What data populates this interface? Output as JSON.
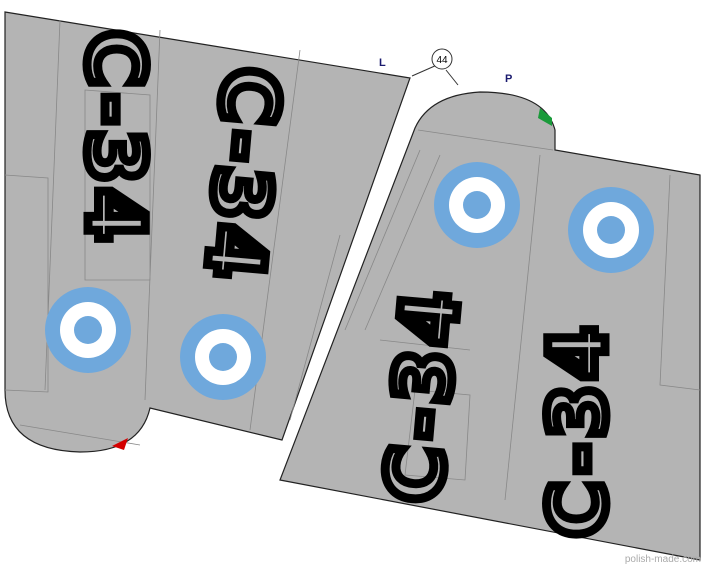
{
  "drawing": {
    "callout_number": "44",
    "left_wing_label": "L",
    "right_wing_label": "P",
    "registration": "C-34",
    "colors": {
      "wing": "#b4b4b4",
      "roundel_blue": "#6fa8dc",
      "roundel_white": "#ffffff",
      "nav_light_left": "#d40000",
      "nav_light_right": "#1a9a3a"
    }
  },
  "watermark": "polish-made.com"
}
